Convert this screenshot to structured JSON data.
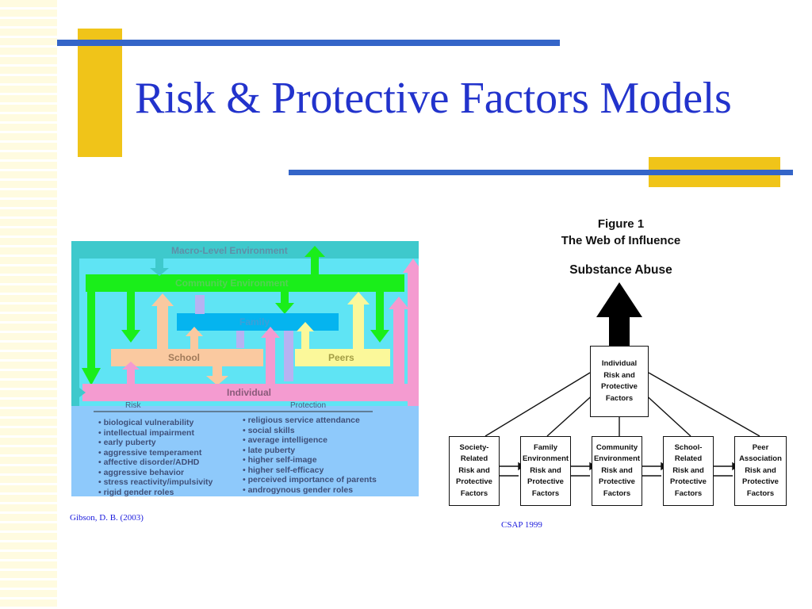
{
  "slide": {
    "title": "Risk & Protective Factors Models",
    "left_citation": "Gibson, D. B. (2003)",
    "right_citation": "CSAP 1999"
  },
  "colors": {
    "title_blue": "#2233cc",
    "accent_yellow": "#f0c419",
    "accent_blue": "#3465c8"
  },
  "ecological_model": {
    "levels": {
      "macro": "Macro-Level  Environment",
      "community": "Community Environment",
      "family": "Family",
      "school": "School",
      "peers": "Peers",
      "individual": "Individual"
    },
    "risk_header": "Risk",
    "protection_header": "Protection",
    "risk_factors": [
      "• biological vulnerability",
      "• intellectual impairment",
      "• early puberty",
      "• aggressive temperament",
      "• affective disorder/ADHD",
      "• aggressive behavior",
      "• stress reactivity/impulsivity",
      "• rigid gender roles"
    ],
    "protective_factors": [
      "• religious service attendance",
      "• social skills",
      "• average intelligence",
      "• late puberty",
      "• higher self-image",
      "• higher self-efficacy",
      "• perceived importance of parents",
      "• androgynous gender roles"
    ]
  },
  "web_of_influence": {
    "figure_label": "Figure 1",
    "figure_title": "The Web of Influence",
    "outcome": "Substance Abuse",
    "center_box": "Individual\nRisk and\nProtective\nFactors",
    "factor_boxes": [
      "Society-\nRelated\nRisk and\nProtective\nFactors",
      "Family\nEnvironment\nRisk and\nProtective\nFactors",
      "Community\nEnvironment\nRisk and\nProtective\nFactors",
      "School-\nRelated\nRisk and\nProtective\nFactors",
      "Peer\nAssociation\nRisk and\nProtective\nFactors"
    ]
  }
}
